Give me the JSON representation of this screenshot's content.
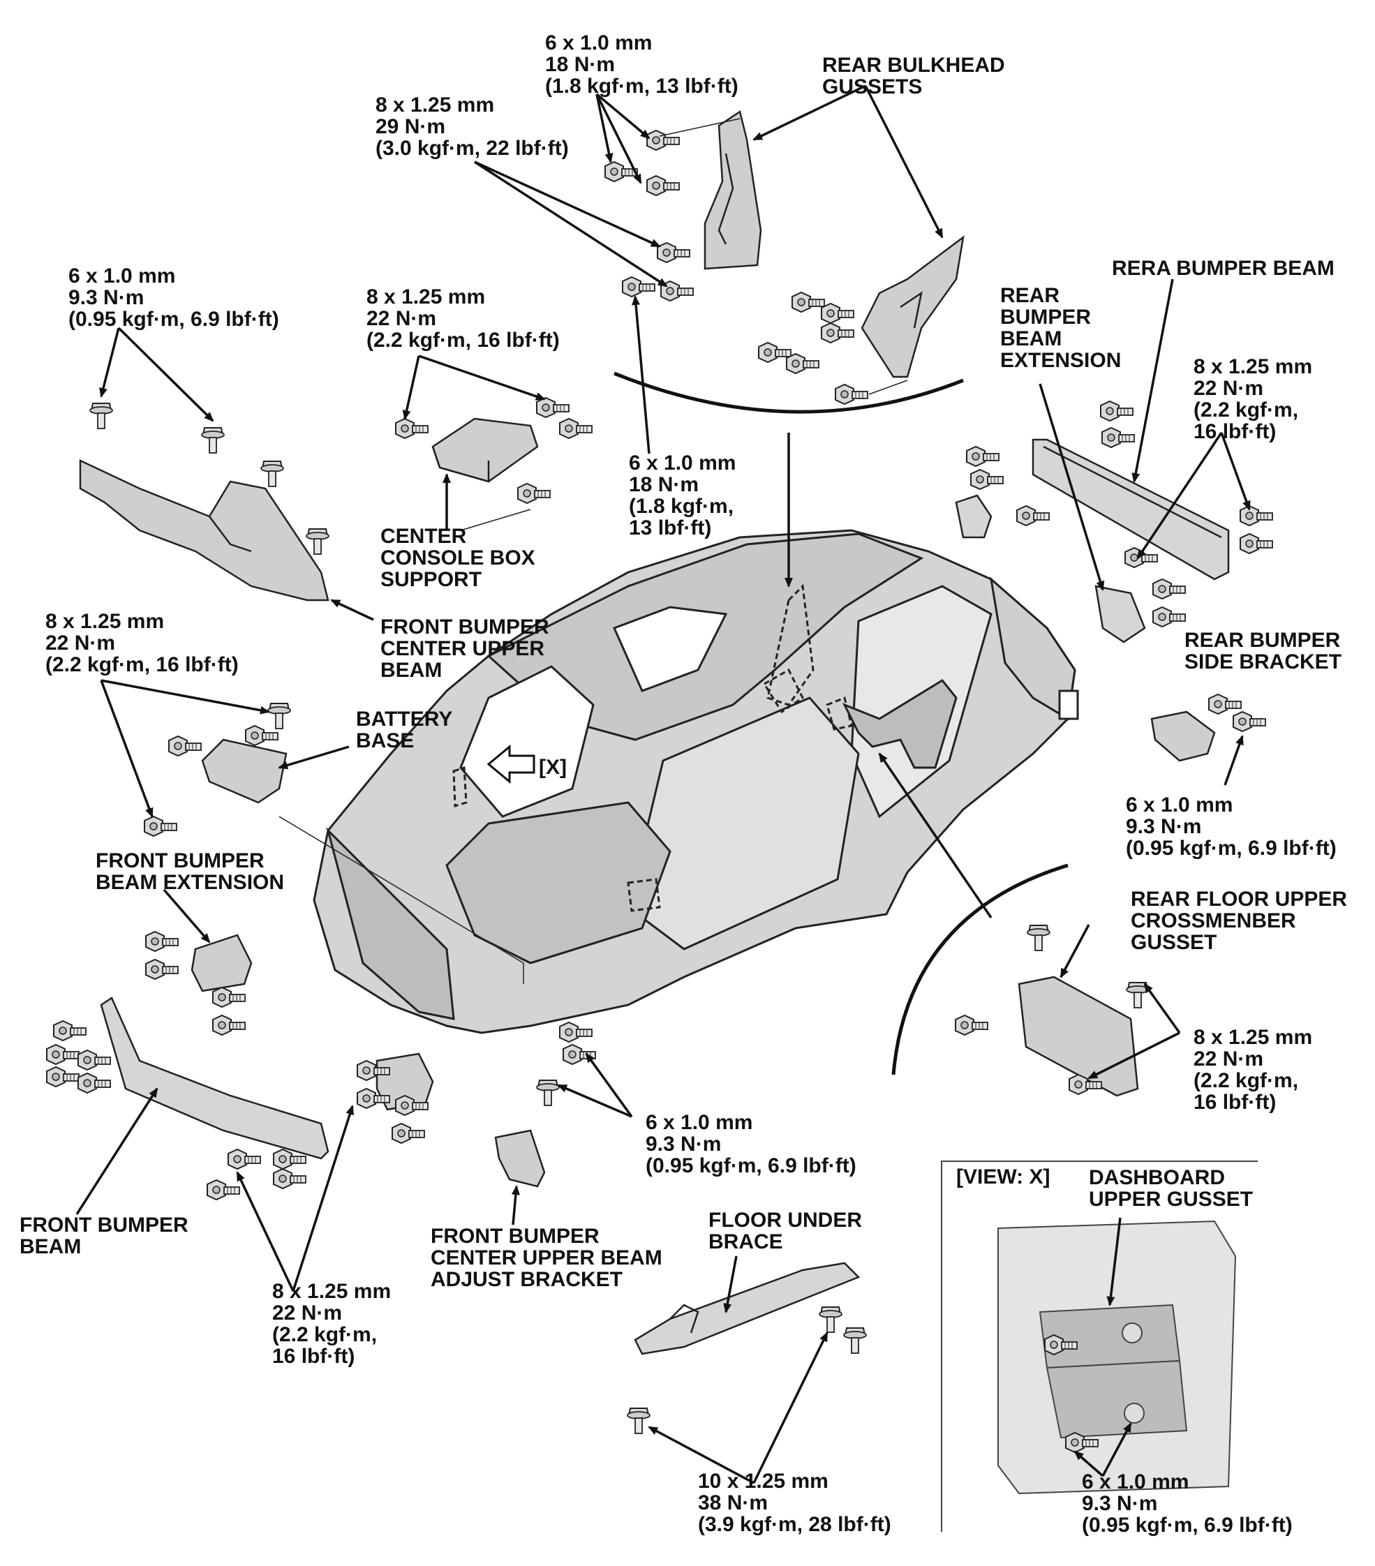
{
  "callouts": {
    "top_bolt_6": [
      "6 x 1.0 mm",
      "18 N·m",
      "(1.8 kgf·m, 13 lbf·ft)"
    ],
    "top_bolt_8": [
      "8 x 1.25 mm",
      "29 N·m",
      "(3.0 kgf·m, 22 lbf·ft)"
    ],
    "rear_bulkhead_gussets": [
      "REAR BULKHEAD",
      "GUSSETS"
    ],
    "upper_left_bolt": [
      "6 x 1.0 mm",
      "9.3 N·m",
      "(0.95 kgf·m, 6.9 lbf·ft)"
    ],
    "console_bolt": [
      "8 x 1.25 mm",
      "22 N·m",
      "(2.2 kgf·m, 16 lbf·ft)"
    ],
    "mid_top_bolt_6": [
      "6 x 1.0 mm",
      "18 N·m",
      "(1.8 kgf·m,",
      "13 lbf·ft)"
    ],
    "rera_bumper_beam": [
      "RERA BUMPER BEAM"
    ],
    "rear_bumper_beam_extension": [
      "REAR",
      "BUMPER",
      "BEAM",
      "EXTENSION"
    ],
    "rear_beam_bolt": [
      "8 x 1.25 mm",
      "22 N·m",
      "(2.2 kgf·m,",
      "16 lbf·ft)"
    ],
    "center_console_box_support": [
      "CENTER",
      "CONSOLE BOX",
      "SUPPORT"
    ],
    "front_bumper_center_upper_beam": [
      "FRONT BUMPER",
      "CENTER UPPER",
      "BEAM"
    ],
    "battery_bolt": [
      "8 x 1.25 mm",
      "22 N·m",
      "(2.2 kgf·m, 16 lbf·ft)"
    ],
    "battery_base": [
      "BATTERY",
      "BASE"
    ],
    "rear_bumper_side_bracket": [
      "REAR BUMPER",
      "SIDE BRACKET"
    ],
    "rear_side_bracket_bolt": [
      "6 x 1.0 mm",
      "9.3 N·m",
      "(0.95 kgf·m, 6.9 lbf·ft)"
    ],
    "front_bumper_beam_extension": [
      "FRONT BUMPER",
      "BEAM EXTENSION"
    ],
    "rear_floor_upper_crossmember_gusset": [
      "REAR FLOOR UPPER",
      "CROSSMENBER",
      "GUSSET"
    ],
    "crossmember_bolt": [
      "8 x 1.25 mm",
      "22 N·m",
      "(2.2 kgf·m,",
      "16 lbf·ft)"
    ],
    "adjust_bracket_bolt": [
      "6 x 1.0 mm",
      "9.3 N·m",
      "(0.95 kgf·m, 6.9 lbf·ft)"
    ],
    "front_bumper_beam": [
      "FRONT BUMPER",
      "BEAM"
    ],
    "front_bumper_center_upper_beam_adjust_bracket": [
      "FRONT BUMPER",
      "CENTER UPPER BEAM",
      "ADJUST BRACKET"
    ],
    "front_beam_bolt": [
      "8 x 1.25 mm",
      "22 N·m",
      "(2.2 kgf·m,",
      "16 lbf·ft)"
    ],
    "floor_under_brace": [
      "FLOOR UNDER",
      "BRACE"
    ],
    "floor_brace_bolt": [
      "10 x 1.25 mm",
      "38 N·m",
      "(3.9 kgf·m, 28 lbf·ft)"
    ],
    "dashboard_upper_gusset": [
      "DASHBOARD",
      "UPPER GUSSET"
    ],
    "dashboard_bolt": [
      "6 x 1.0 mm",
      "9.3 N·m",
      "(0.95 kgf·m, 6.9 lbf·ft)"
    ]
  },
  "view_x_label": "[X]",
  "view_x_title": "[VIEW: X]"
}
